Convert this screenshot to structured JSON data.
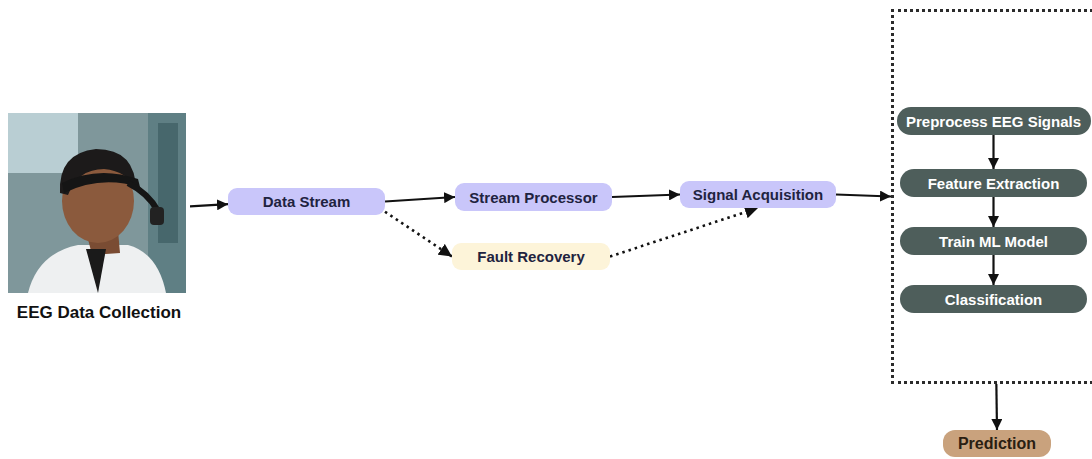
{
  "diagram": {
    "nodes": [
      {
        "text": [
          "EEG Data Collection"
        ]
      },
      {
        "text": [
          "Data Stream"
        ]
      },
      {
        "text": [
          "Stream Processor"
        ]
      },
      {
        "text": [
          "Fault Recovery"
        ]
      },
      {
        "text": [
          "Signal Acquisition"
        ]
      },
      {
        "text": []
      },
      {
        "text": [
          "Preprocess EEG Signals"
        ],
        "in": 5
      },
      {
        "text": [
          "Feature Extraction"
        ],
        "in": 5
      },
      {
        "text": [
          "Train ML Model"
        ],
        "in": 5
      },
      {
        "text": [
          "Classification"
        ],
        "in": 5
      },
      {
        "text": [
          "Prediction"
        ]
      }
    ],
    "edges": [
      {
        "from": 0,
        "to": 1,
        "arrow": "to"
      },
      {
        "from": 1,
        "to": 2,
        "arrow": "to"
      },
      {
        "from": 2,
        "to": 4,
        "arrow": "to"
      },
      {
        "from": 1,
        "to": 3,
        "arrow": "to"
      },
      {
        "from": 3,
        "to": 4,
        "arrow": "to"
      },
      {
        "from": 4,
        "to": 5,
        "arrow": "to"
      },
      {
        "from": 6,
        "to": 7,
        "arrow": "to"
      },
      {
        "from": 7,
        "to": 8,
        "arrow": "to"
      },
      {
        "from": 8,
        "to": 9,
        "arrow": "to"
      },
      {
        "from": 5,
        "to": 10,
        "arrow": "to"
      }
    ]
  }
}
